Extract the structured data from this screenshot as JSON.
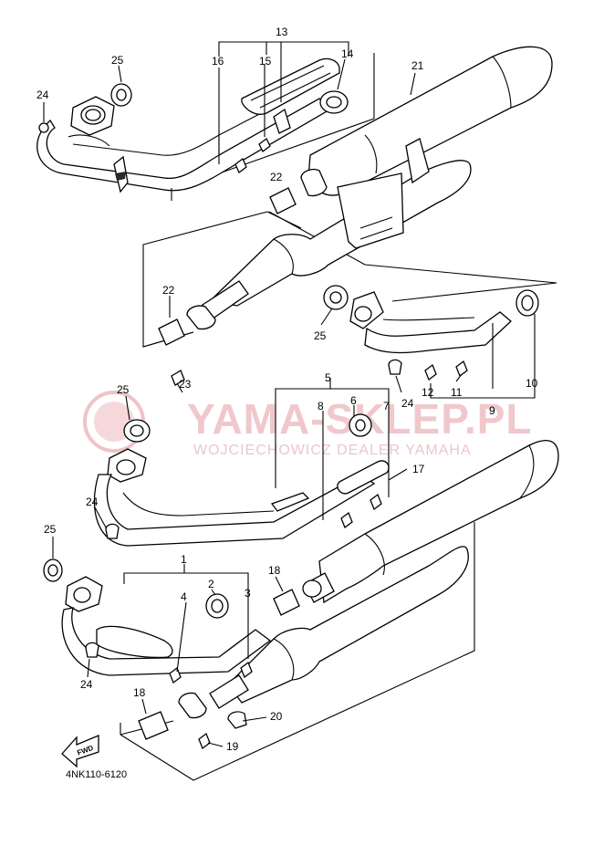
{
  "watermark": {
    "title": "YAMA-SKLEP.PL",
    "subtitle": "WOJCIECHOWICZ DEALER YAMAHA",
    "color": "#e8a0a8"
  },
  "diagram_code": "4NK110-6120",
  "fwd_label": "FWD",
  "callouts": [
    "1",
    "2",
    "3",
    "4",
    "5",
    "6",
    "7",
    "8",
    "9",
    "10",
    "11",
    "12",
    "13",
    "14",
    "15",
    "16",
    "17",
    "18",
    "18",
    "19",
    "20",
    "21",
    "22",
    "22",
    "23",
    "24",
    "24",
    "24",
    "24",
    "25",
    "25",
    "25",
    "25"
  ]
}
